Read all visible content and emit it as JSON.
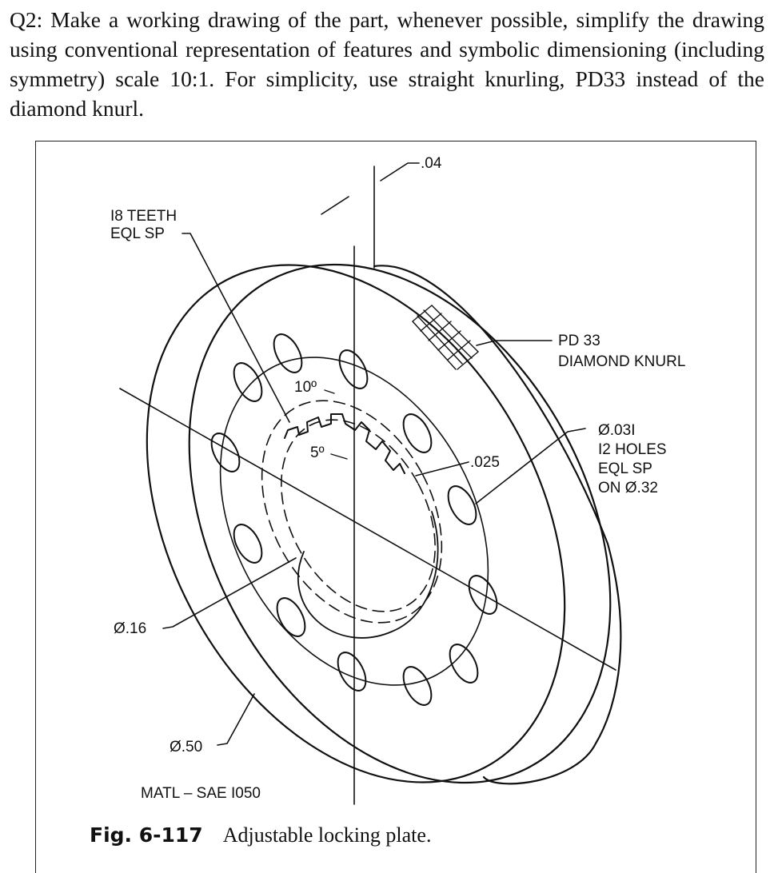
{
  "question": {
    "text": "Q2: Make a working drawing of the part, whenever possible, simplify the drawing using conventional representation of features and symbolic dimensioning (including symmetry) scale 10:1. For simplicity, use straight knurling, PD33 instead of the diamond knurl."
  },
  "drawing": {
    "teeth_line1": "I8 TEETH",
    "teeth_line2": "EQL SP",
    "thickness": ".04",
    "knurl_line1": "PD 33",
    "knurl_line2": "DIAMOND KNURL",
    "holes_line1": "Ø.03I",
    "holes_line2": "I2 HOLES",
    "holes_line3": "EQL SP",
    "holes_line4": "ON Ø.32",
    "angle_10": "10º",
    "angle_5": "5º",
    "depth": ".025",
    "inner_dia": "Ø.16",
    "outer_dia": "Ø.50",
    "material": "MATL – SAE I050"
  },
  "caption": {
    "number": "Fig. 6-117",
    "title": "Adjustable locking plate."
  }
}
